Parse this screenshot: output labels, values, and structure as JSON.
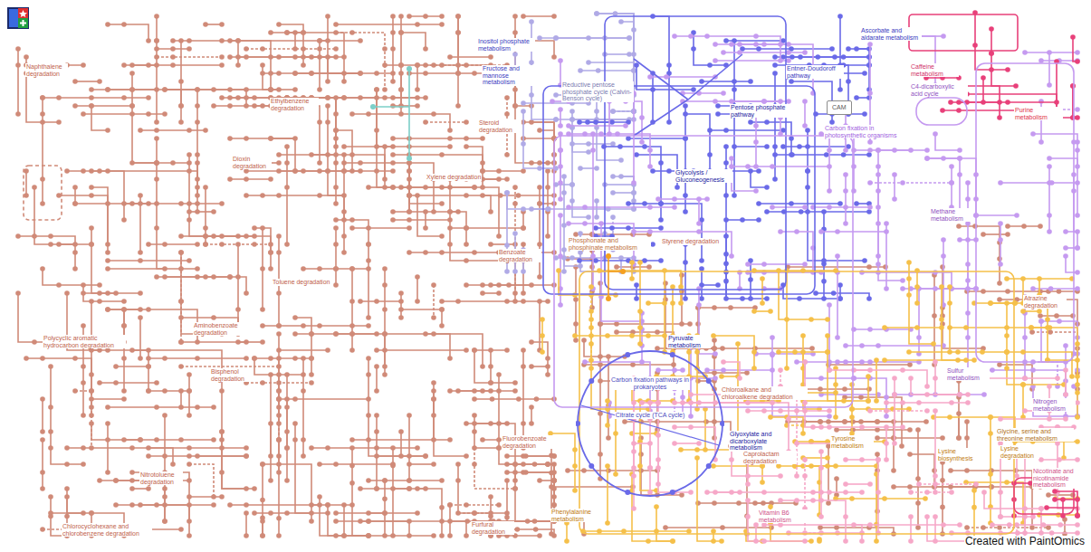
{
  "diagram": {
    "nodes": [
      {
        "text": [
          "CAM"
        ]
      },
      {
        "text": [
          "Carbon fixation pathways in prokaryotes",
          "Citrate cycle (TCA cycle)"
        ]
      }
    ],
    "labels": [
      "Naphthalene degradation",
      "Ethylbenzene degradation",
      "Dioxin degradation",
      "Xylene degradation",
      "Steroid degradation",
      "Inositol phosphate metabolism",
      "Fructose and mannose metabolism",
      "Reductive pentose phosphate cycle (Calvin-Benson cycle)",
      "Ascorbate and aldarate metabolism",
      "Caffeine metabolism",
      "Entner-Doudoroff pathway",
      "Pentose phosphate pathway",
      "C4-dicarboxylic acid cycle",
      "Purine metabolism",
      "Carbon fixation in photosynthetic organisms",
      "Glycolysis / Gluconeogenesis",
      "Methane metabolism",
      "Benzoate degradation",
      "Phosphonate and phosphinate metabolism",
      "Styrene degradation",
      "Toluene degradation",
      "Atrazine degradation",
      "Aminobenzoate degradation",
      "Polycyclic aromatic hydrocarbon degradation",
      "Bisphenol degradation",
      "Pyruvate metabolism",
      "Sulfur metabolism",
      "Chloroalkane and chloroalkene degradation",
      "Nitrogen metabolism",
      "Glyoxylate and dicarboxylate metabolism",
      "Tyrosine metabolism",
      "Glycine, serine and threonine metabolism",
      "Lysine biosynthesis",
      "Lysine degradation",
      "Fluorobenzoate degradation",
      "Caprolactam degradation",
      "Nitrotoluene degradation",
      "Nicotinate and nicotinamide metabolism",
      "Phenylalanine metabolism",
      "Vitamin B6 metabolism",
      "Furfural degradation",
      "Chlorocyclohexane and chlorobenzene degradation",
      "Created with PaintOmics"
    ]
  }
}
